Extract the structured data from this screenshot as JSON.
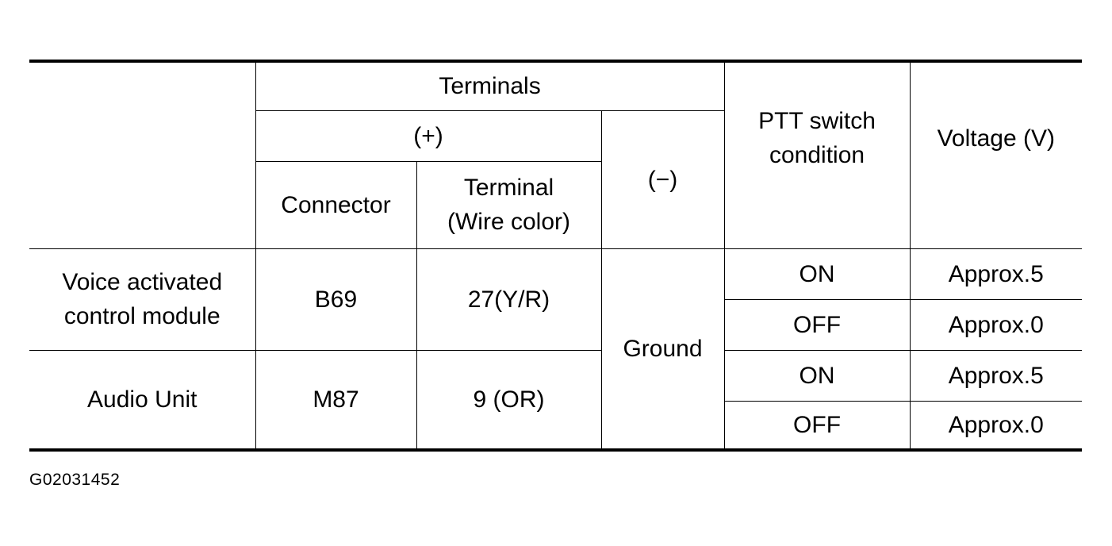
{
  "header": {
    "terminals": "Terminals",
    "plus": "(+)",
    "minus": "(−)",
    "connector": "Connector",
    "terminal_line1": "Terminal",
    "terminal_line2": "(Wire color)",
    "ptt_line1": "PTT switch",
    "ptt_line2": "condition",
    "voltage": "Voltage (V)"
  },
  "rows": [
    {
      "device_line1": "Voice activated",
      "device_line2": "control module",
      "connector": "B69",
      "terminal": "27(Y/R)",
      "conditions": [
        {
          "state": "ON",
          "voltage": "Approx.5"
        },
        {
          "state": "OFF",
          "voltage": "Approx.0"
        }
      ]
    },
    {
      "device_line1": "Audio Unit",
      "connector": "M87",
      "terminal": "9 (OR)",
      "conditions": [
        {
          "state": "ON",
          "voltage": "Approx.5"
        },
        {
          "state": "OFF",
          "voltage": "Approx.0"
        }
      ]
    }
  ],
  "ground": "Ground",
  "figure_code": "G02031452"
}
